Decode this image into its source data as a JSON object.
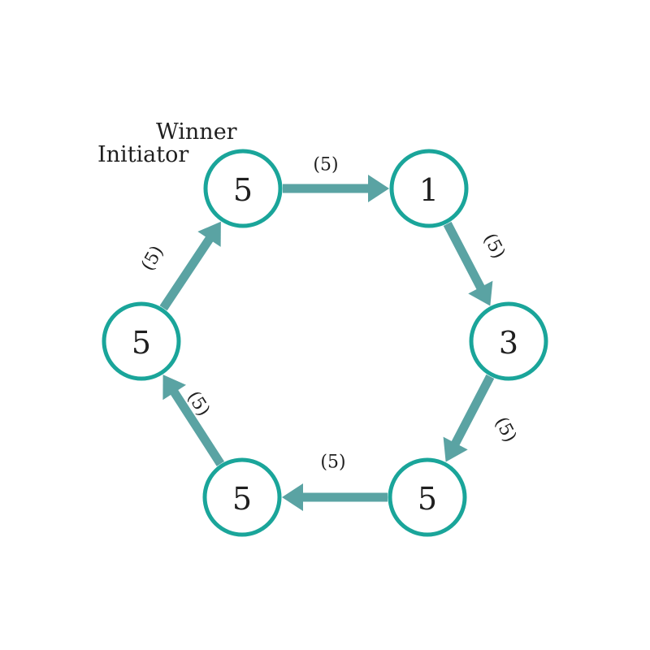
{
  "labels": {
    "winner": "Winner",
    "initiator": "Initiator"
  },
  "nodes": [
    {
      "id": "top-left",
      "value": "5"
    },
    {
      "id": "top-right",
      "value": "1"
    },
    {
      "id": "right",
      "value": "3"
    },
    {
      "id": "bottom-right",
      "value": "5"
    },
    {
      "id": "bottom-left",
      "value": "5"
    },
    {
      "id": "left",
      "value": "5"
    }
  ],
  "edges": [
    {
      "from": "top-left",
      "to": "top-right",
      "label": "(5)"
    },
    {
      "from": "top-right",
      "to": "right",
      "label": "(5)"
    },
    {
      "from": "right",
      "to": "bottom-right",
      "label": "(5)"
    },
    {
      "from": "bottom-right",
      "to": "bottom-left",
      "label": "(5)"
    },
    {
      "from": "bottom-left",
      "to": "left",
      "label": "(5)"
    },
    {
      "from": "left",
      "to": "top-left",
      "label": "(5)"
    }
  ],
  "colors": {
    "node_stroke": "#1aa59a",
    "edge": "#5aa3a3",
    "text": "#1f1f1f"
  }
}
